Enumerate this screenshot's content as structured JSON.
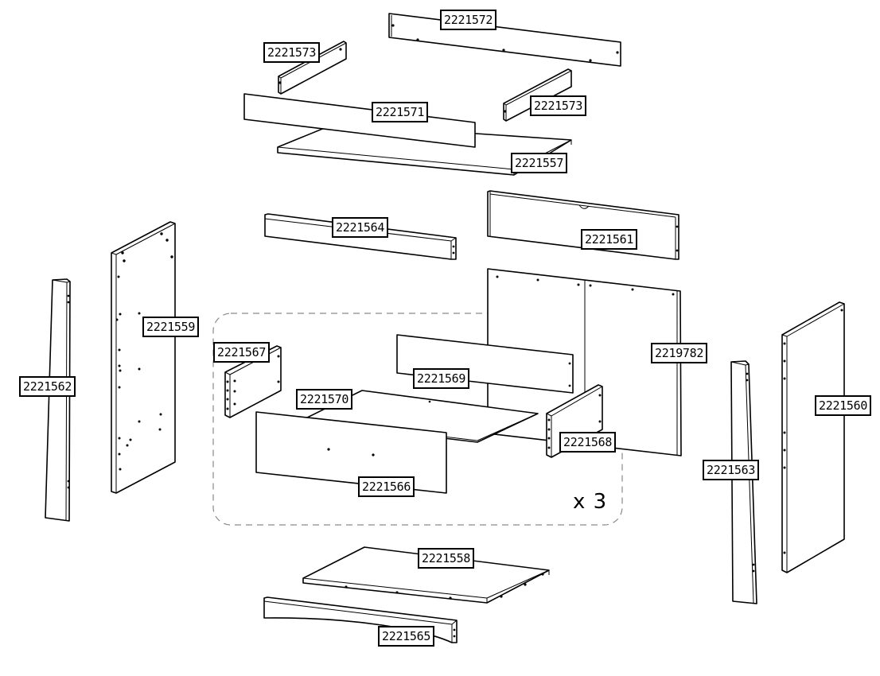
{
  "parts": {
    "p2221572": "2221572",
    "p2221573_a": "2221573",
    "p2221573_b": "2221573",
    "p2221571": "2221571",
    "p2221557": "2221557",
    "p2221564": "2221564",
    "p2221561": "2221561",
    "p2221559": "2221559",
    "p2221562": "2221562",
    "p2221567": "2221567",
    "p2221569": "2221569",
    "p2221570": "2221570",
    "p2221568": "2221568",
    "p2221566": "2221566",
    "p2219782": "2219782",
    "p2221563": "2221563",
    "p2221560": "2221560",
    "p2221558": "2221558",
    "p2221565": "2221565"
  },
  "drawer_group": {
    "quantity_label": "x 3"
  },
  "colors": {
    "line": "#000000",
    "dashed_outline": "#8a8a8a",
    "background": "#ffffff"
  }
}
